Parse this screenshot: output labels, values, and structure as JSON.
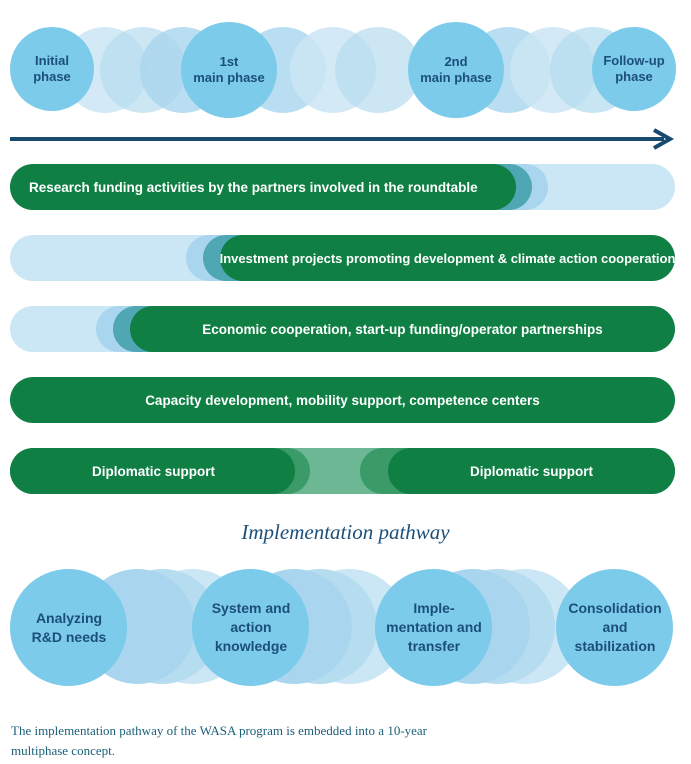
{
  "phases": [
    {
      "label": "Initial\nphase"
    },
    {
      "label": "1st\nmain phase"
    },
    {
      "label": "2nd\nmain phase"
    },
    {
      "label": "Follow-up\nphase"
    }
  ],
  "activities": [
    {
      "label": "Research funding activities by the partners involved in the roundtable"
    },
    {
      "label": "Investment projects promoting development & climate action cooperation"
    },
    {
      "label": "Economic cooperation, start-up funding/operator partnerships"
    },
    {
      "label": "Capacity development, mobility support, competence centers"
    },
    {
      "label": "Diplomatic support"
    },
    {
      "label": "Diplomatic support"
    }
  ],
  "pathway": {
    "title": "Implementation pathway",
    "steps": [
      {
        "label": "Analyzing\nR&D needs"
      },
      {
        "label": "System and\naction\nknowledge"
      },
      {
        "label": "Imple-\nmentation and\ntransfer"
      },
      {
        "label": "Consolidation\nand\nstabilization"
      }
    ]
  },
  "caption": "The implementation pathway of the WASA program is embedded into a 10-year multiphase concept.",
  "colors": {
    "dark_green": "#0f7f44",
    "light_blue": "#cbe6f4",
    "circle_blue": "#7ccbea",
    "navy": "#18496f",
    "text_blue": "#1b4f7a"
  }
}
